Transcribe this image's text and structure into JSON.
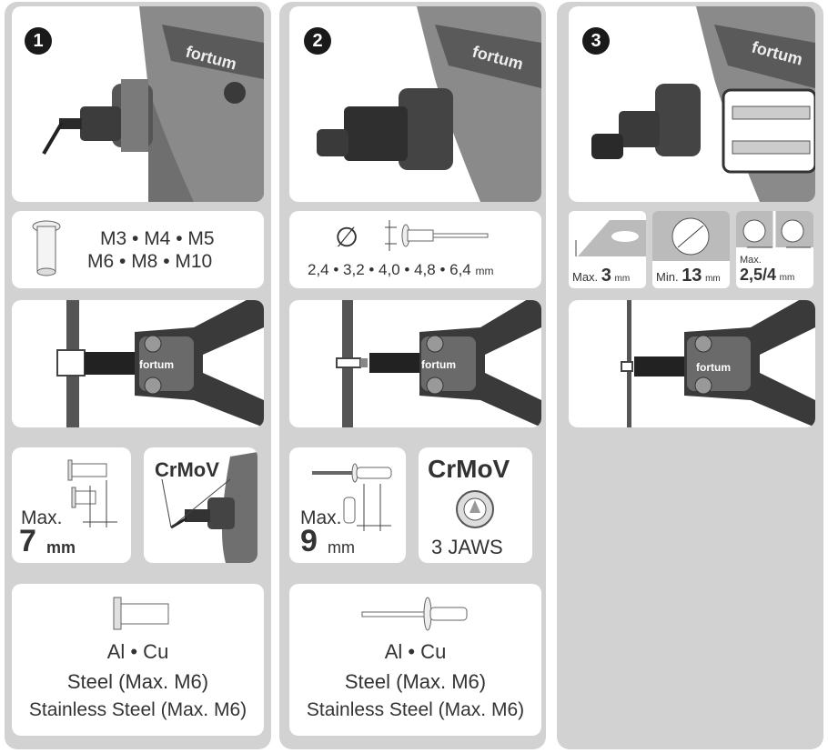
{
  "steps": {
    "s1": {
      "number": "1",
      "brand": "fortum",
      "nut_sizes_line1": "M3 • M4 • M5",
      "nut_sizes_line2": "M6  • M8 • M10",
      "max_label": "Max.",
      "max_value": "7",
      "max_unit": "mm",
      "crmov": "CrMoV",
      "material_line1": "Al • Cu",
      "material_line2": "Steel (Max. M6)",
      "material_line3": "Stainless Steel (Max. M6)"
    },
    "s2": {
      "number": "2",
      "brand": "fortum",
      "diameter_symbol": "∅",
      "rivet_sizes": "2,4 • 3,2 • 4,0 • 4,8 • 6,4",
      "rivet_unit": "mm",
      "max_label": "Max.",
      "max_value": "9",
      "max_unit": "mm",
      "crmov": "CrMoV",
      "jaws": "3 JAWS",
      "material_line1": "Al • Cu",
      "material_line2": "Steel (Max. M6)",
      "material_line3": "Stainless Steel (Max. M6)"
    },
    "s3": {
      "number": "3",
      "brand": "fortum",
      "sheet_max_label": "Max.",
      "sheet_max_value": "3",
      "sheet_max_unit": "mm",
      "hole_min_label": "Min.",
      "hole_min_value": "13",
      "hole_min_unit": "mm",
      "gap_max_label": "Max.",
      "gap_max_value": "2,5/4",
      "gap_max_unit": "mm"
    }
  },
  "colors": {
    "panel": "#d2d2d2",
    "card": "#ffffff",
    "ink": "#333333",
    "badge": "#1a1a1a"
  }
}
